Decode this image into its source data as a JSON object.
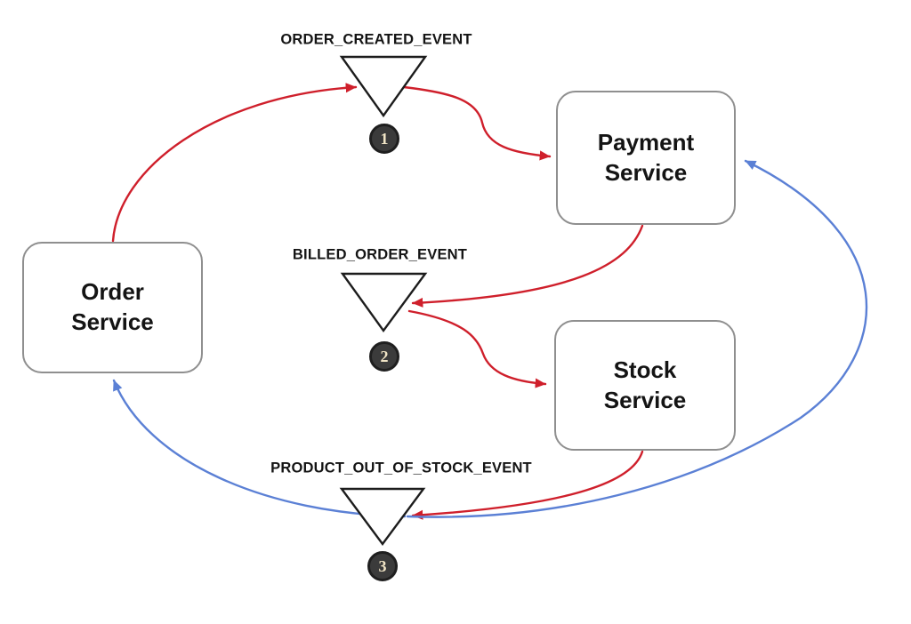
{
  "services": [
    {
      "id": "order",
      "label": "Order\nService"
    },
    {
      "id": "payment",
      "label": "Payment\nService"
    },
    {
      "id": "stock",
      "label": "Stock\nService"
    }
  ],
  "events": [
    {
      "name": "ORDER_CREATED_EVENT",
      "step": "1"
    },
    {
      "name": "BILLED_ORDER_EVENT",
      "step": "2"
    },
    {
      "name": "PRODUCT_OUT_OF_STOCK_EVENT",
      "step": "3"
    }
  ],
  "edges": [
    {
      "from": "order-service",
      "to": "order-created-event",
      "color": "red"
    },
    {
      "from": "order-created-event",
      "to": "payment-service",
      "color": "red"
    },
    {
      "from": "payment-service",
      "to": "billed-order-event",
      "color": "red"
    },
    {
      "from": "billed-order-event",
      "to": "stock-service",
      "color": "red"
    },
    {
      "from": "stock-service",
      "to": "product-out-of-stock-event",
      "color": "red"
    },
    {
      "from": "product-out-of-stock-event",
      "to": "order-service",
      "color": "blue"
    },
    {
      "from": "product-out-of-stock-event",
      "to": "payment-service",
      "color": "blue"
    }
  ],
  "colors": {
    "arrow_red": "#cf1f2b",
    "arrow_blue": "#5b80d5",
    "node_border": "#8f8f8f",
    "event_stroke": "#1c1c1c",
    "step_fill": "#3b3b3b",
    "step_border": "#1f1f1f",
    "step_number": "#f1e5c6"
  }
}
